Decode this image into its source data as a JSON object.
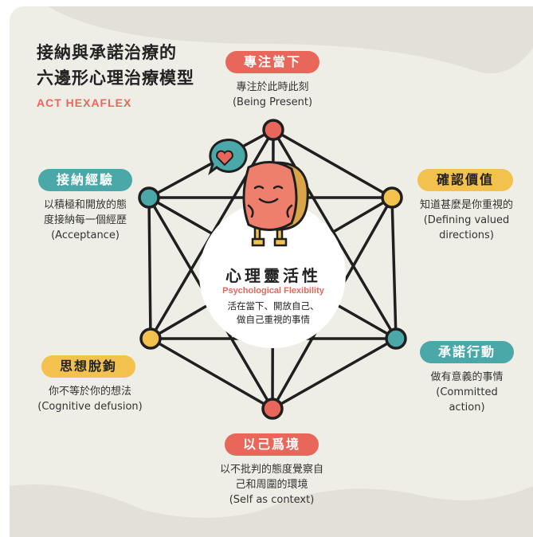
{
  "header": {
    "title_line1": "接納與承諾治療的",
    "title_line2": "六邊形心理治療模型",
    "subtitle": "ACT HEXAFLEX"
  },
  "center": {
    "title": "心理靈活性",
    "english": "Psychological Flexibility",
    "line1": "活在當下、開放自己、",
    "line2": "做自己重視的事情"
  },
  "nodes": {
    "present": {
      "label": "專注當下",
      "line1": "專注於此時此刻",
      "line2": "(Being Present)",
      "color": "#e9675a"
    },
    "values": {
      "label": "確認價值",
      "line1": "知道甚麼是你重視的",
      "line2": "(Defining valued",
      "line3": "directions)",
      "color": "#f2c14e"
    },
    "committed": {
      "label": "承諾行動",
      "line1": "做有意義的事情",
      "line2": "(Committed",
      "line3": "action)",
      "color": "#4aa9a8"
    },
    "self": {
      "label": "以己爲境",
      "line1": "以不批判的態度覺察自",
      "line2": "己和周圍的環境",
      "line3": "(Self as context)",
      "color": "#e9675a"
    },
    "defusion": {
      "label": "思想脫鉤",
      "line1": "你不等於你的想法",
      "line2": "(Cognitive defusion)",
      "color": "#f2c14e"
    },
    "acceptance": {
      "label": "接納經驗",
      "line1": "以積極和開放的態",
      "line2": "度接納每一個經歷",
      "line3": "(Acceptance)",
      "color": "#4aa9a8"
    }
  },
  "colors": {
    "background": "#eeede6",
    "blob": "#e3e1d7",
    "line": "#1f1f1f",
    "coral": "#e9675a",
    "yellow": "#f2c14e",
    "teal": "#4aa9a8",
    "brain": "#ee7f6c",
    "brain_shadow": "#d9a44a"
  },
  "icons": [
    "heart-bubble-icon",
    "brain-character-icon"
  ]
}
